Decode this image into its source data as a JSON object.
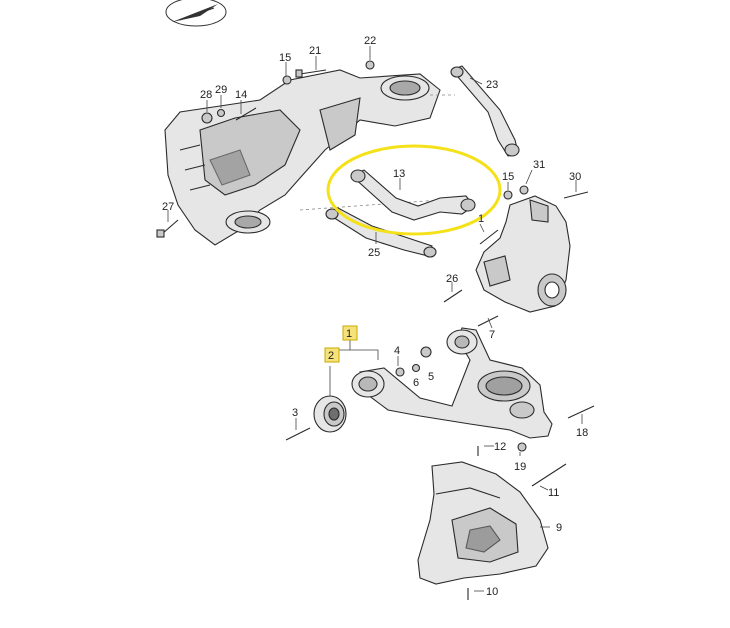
{
  "diagram": {
    "highlight_color": "#f5e11a",
    "box_fill_color": "#f6e27a",
    "callouts": [
      {
        "id": "c1",
        "label": "1",
        "boxed": true
      },
      {
        "id": "c2",
        "label": "2",
        "boxed": true
      },
      {
        "id": "c3",
        "label": "3"
      },
      {
        "id": "c4",
        "label": "4"
      },
      {
        "id": "c5",
        "label": "5"
      },
      {
        "id": "c6",
        "label": "6"
      },
      {
        "id": "c7",
        "label": "7"
      },
      {
        "id": "c9",
        "label": "9"
      },
      {
        "id": "c10",
        "label": "10"
      },
      {
        "id": "c11",
        "label": "11"
      },
      {
        "id": "c12",
        "label": "12"
      },
      {
        "id": "c13",
        "label": "13"
      },
      {
        "id": "c14",
        "label": "14"
      },
      {
        "id": "c15a",
        "label": "15"
      },
      {
        "id": "c15b",
        "label": "15"
      },
      {
        "id": "c18",
        "label": "18"
      },
      {
        "id": "c19",
        "label": "19"
      },
      {
        "id": "c21",
        "label": "21"
      },
      {
        "id": "c22",
        "label": "22"
      },
      {
        "id": "c23",
        "label": "23"
      },
      {
        "id": "c25",
        "label": "25"
      },
      {
        "id": "c26",
        "label": "26"
      },
      {
        "id": "c27",
        "label": "27"
      },
      {
        "id": "c28",
        "label": "28"
      },
      {
        "id": "c29",
        "label": "29"
      },
      {
        "id": "c30",
        "label": "30"
      },
      {
        "id": "c31",
        "label": "31"
      },
      {
        "id": "c1b",
        "label": "1"
      }
    ]
  }
}
